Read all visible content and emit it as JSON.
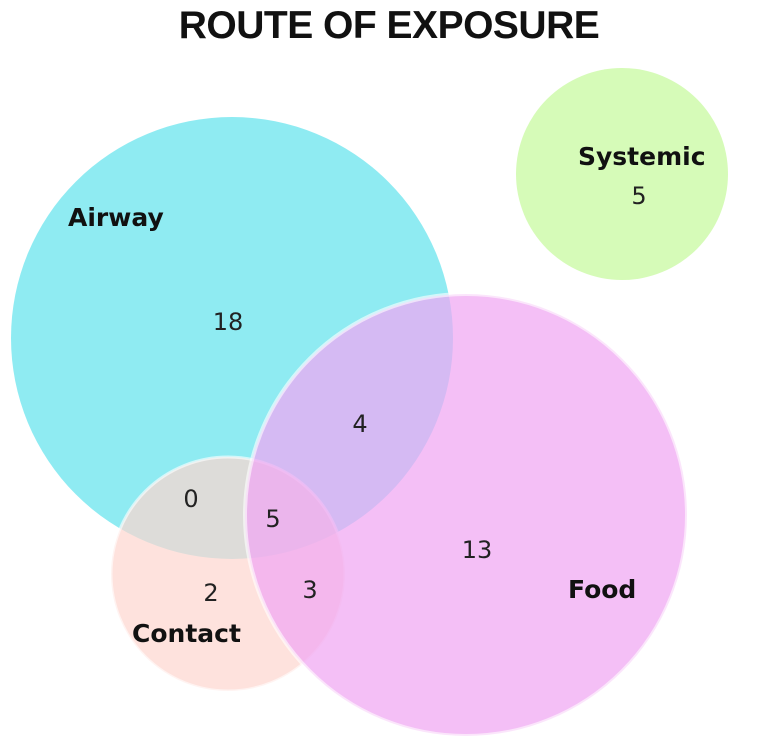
{
  "title": "ROUTE OF EXPOSURE",
  "sets": {
    "airway": {
      "label": "Airway",
      "color": "#7fe8f0"
    },
    "food": {
      "label": "Food",
      "color": "#f0a6f2"
    },
    "contact": {
      "label": "Contact",
      "color": "#fdd6cf"
    },
    "systemic": {
      "label": "Systemic",
      "color": "#d2fbb0"
    }
  },
  "regions": {
    "airway_only": "18",
    "airway_food": "4",
    "airway_contact": "0",
    "airway_food_contact": "5",
    "food_only": "13",
    "contact_only": "2",
    "food_contact": "3",
    "systemic_only": "5"
  }
}
